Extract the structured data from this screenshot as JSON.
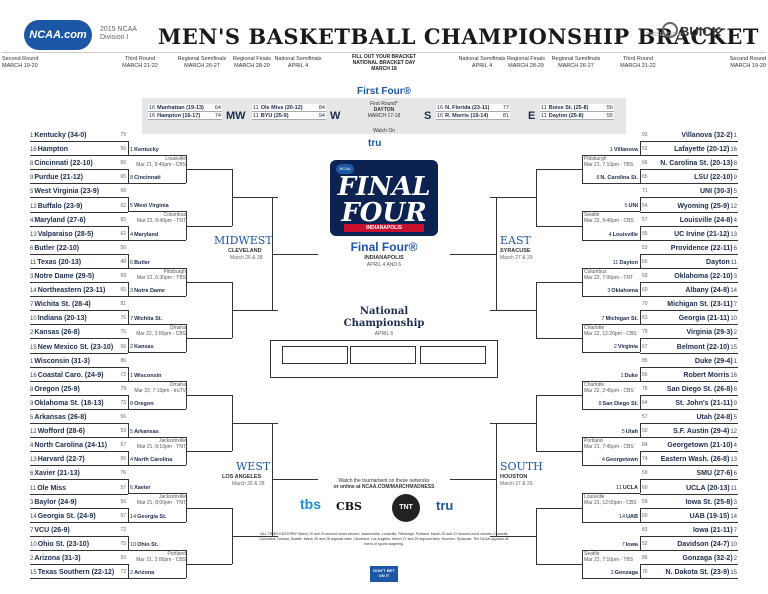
{
  "header": {
    "logo": "NCAA.com",
    "year_line1": "2015 NCAA",
    "year_line2": "Division I",
    "title": "MEN'S BASKETBALL CHAMPIONSHIP BRACKET",
    "presented_by": "PRESENTED BY",
    "sponsor": "BUICK"
  },
  "round_labels": {
    "left": [
      {
        "name": "Second Round",
        "date": "MARCH 19-20"
      },
      {
        "name": "Third Round",
        "date": "MARCH 21-22"
      },
      {
        "name": "Regional Semifinals",
        "date": "MARCH 26-27"
      },
      {
        "name": "Regional Finals",
        "date": "MARCH 28-29"
      },
      {
        "name": "National Semifinals",
        "date": "APRIL 4"
      }
    ],
    "right": [
      {
        "name": "National Semifinals",
        "date": "APRIL 4"
      },
      {
        "name": "Regional Finals",
        "date": "MARCH 28-29"
      },
      {
        "name": "Regional Semifinals",
        "date": "MARCH 26-27"
      },
      {
        "name": "Third Round",
        "date": "MARCH 21-22"
      },
      {
        "name": "Second Round",
        "date": "MARCH 19-20"
      }
    ]
  },
  "fill_out": {
    "line1": "FILL OUT YOUR BRACKET",
    "line2": "NATIONAL BRACKET DAY",
    "line3": "MARCH 18"
  },
  "first_four": {
    "title": "First Four®",
    "center_line1": "First Round*",
    "center_line2": "DAYTON",
    "center_line3": "MARCH 17-18",
    "watch_on": "Watch On",
    "network": "tru",
    "games": [
      {
        "region": "MW",
        "t1": "Manhattan (19-13)",
        "s1": "16",
        "sc1": "64",
        "t2": "Hampton (16-17)",
        "s2": "16",
        "sc2": "74"
      },
      {
        "region": "W",
        "t1": "Ole Miss (20-12)",
        "s1": "11",
        "sc1": "84",
        "t2": "BYU (25-9)",
        "s2": "11",
        "sc2": "94"
      },
      {
        "region": "S",
        "t1": "N. Florida (23-11)",
        "s1": "16",
        "sc1": "77",
        "t2": "R. Morris (19-14)",
        "s2": "16",
        "sc2": "81"
      },
      {
        "region": "E",
        "t1": "Boise St. (25-8)",
        "s1": "11",
        "sc1": "56",
        "t2": "Dayton (25-8)",
        "s2": "11",
        "sc2": "55"
      }
    ]
  },
  "regions": {
    "midwest": {
      "name": "MIDWEST",
      "city": "CLEVELAND",
      "dates": "March 26 & 28"
    },
    "west": {
      "name": "WEST",
      "city": "LOS ANGELES",
      "dates": "March 26 & 28"
    },
    "east": {
      "name": "EAST",
      "city": "SYRACUSE",
      "dates": "March 27 & 29"
    },
    "south": {
      "name": "SOUTH",
      "city": "HOUSTON",
      "dates": "March 27 & 29"
    }
  },
  "left_teams": [
    {
      "seed": "1",
      "name": "Kentucky (34-0)",
      "score": "79"
    },
    {
      "seed": "16",
      "name": "Hampton",
      "score": "56"
    },
    {
      "seed": "8",
      "name": "Cincinnati (22-10)",
      "score": "66"
    },
    {
      "seed": "9",
      "name": "Purdue (21-12)",
      "score": "65"
    },
    {
      "seed": "5",
      "name": "West Virginia (23-9)",
      "score": "68"
    },
    {
      "seed": "12",
      "name": "Buffalo (23-9)",
      "score": "62"
    },
    {
      "seed": "4",
      "name": "Maryland (27-6)",
      "score": "65"
    },
    {
      "seed": "13",
      "name": "Valparaiso (28-5)",
      "score": "62"
    },
    {
      "seed": "6",
      "name": "Butler (22-10)",
      "score": "56"
    },
    {
      "seed": "11",
      "name": "Texas (20-13)",
      "score": "48"
    },
    {
      "seed": "3",
      "name": "Notre Dame (29-5)",
      "score": "69"
    },
    {
      "seed": "14",
      "name": "Northeastern (23-11)",
      "score": "65"
    },
    {
      "seed": "7",
      "name": "Wichita St. (28-4)",
      "score": "81"
    },
    {
      "seed": "10",
      "name": "Indiana (20-13)",
      "score": "76"
    },
    {
      "seed": "2",
      "name": "Kansas (26-8)",
      "score": "75"
    },
    {
      "seed": "15",
      "name": "New Mexico St. (23-10)",
      "score": "56"
    },
    {
      "seed": "1",
      "name": "Wisconsin (31-3)",
      "score": "86"
    },
    {
      "seed": "16",
      "name": "Coastal Caro. (24-9)",
      "score": "72"
    },
    {
      "seed": "8",
      "name": "Oregon (25-9)",
      "score": "79"
    },
    {
      "seed": "9",
      "name": "Oklahoma St. (18-13)",
      "score": "73"
    },
    {
      "seed": "5",
      "name": "Arkansas (26-8)",
      "score": "56"
    },
    {
      "seed": "12",
      "name": "Wofford (28-6)",
      "score": "53"
    },
    {
      "seed": "4",
      "name": "North Carolina (24-11)",
      "score": "67"
    },
    {
      "seed": "13",
      "name": "Harvard (22-7)",
      "score": "65"
    },
    {
      "seed": "6",
      "name": "Xavier (21-13)",
      "score": "76"
    },
    {
      "seed": "11",
      "name": "Ole Miss",
      "score": "57"
    },
    {
      "seed": "3",
      "name": "Baylor (24-9)",
      "score": "56"
    },
    {
      "seed": "14",
      "name": "Georgia St. (24-9)",
      "score": "57"
    },
    {
      "seed": "7",
      "name": "VCU (26-9)",
      "score": "72"
    },
    {
      "seed": "10",
      "name": "Ohio St. (23-10)",
      "score": "75"
    },
    {
      "seed": "2",
      "name": "Arizona (31-3)",
      "score": "93"
    },
    {
      "seed": "15",
      "name": "Texas Southern (22-12)",
      "score": "72"
    }
  ],
  "right_teams": [
    {
      "seed": "1",
      "name": "Villanova (32-2)",
      "score": "93"
    },
    {
      "seed": "16",
      "name": "Lafayette (20-12)",
      "score": "52"
    },
    {
      "seed": "8",
      "name": "N. Carolina St. (20-13)",
      "score": "66"
    },
    {
      "seed": "9",
      "name": "LSU (22-10)",
      "score": "65"
    },
    {
      "seed": "5",
      "name": "UNI (30-3)",
      "score": "71"
    },
    {
      "seed": "12",
      "name": "Wyoming (25-9)",
      "score": "54"
    },
    {
      "seed": "4",
      "name": "Louisville (24-8)",
      "score": "57"
    },
    {
      "seed": "13",
      "name": "UC Irvine (21-12)",
      "score": "55"
    },
    {
      "seed": "6",
      "name": "Providence (22-11)",
      "score": "53"
    },
    {
      "seed": "11",
      "name": "Dayton",
      "score": "66"
    },
    {
      "seed": "3",
      "name": "Oklahoma (22-10)",
      "score": "69"
    },
    {
      "seed": "14",
      "name": "Albany (24-8)",
      "score": "60"
    },
    {
      "seed": "7",
      "name": "Michigan St. (23-11)",
      "score": "70"
    },
    {
      "seed": "10",
      "name": "Georgia (21-11)",
      "score": "63"
    },
    {
      "seed": "2",
      "name": "Virginia (29-3)",
      "score": "79"
    },
    {
      "seed": "15",
      "name": "Belmont (22-10)",
      "score": "67"
    },
    {
      "seed": "1",
      "name": "Duke (29-4)",
      "score": "85"
    },
    {
      "seed": "16",
      "name": "Robert Morris",
      "score": "56"
    },
    {
      "seed": "8",
      "name": "San Diego St. (26-8)",
      "score": "76"
    },
    {
      "seed": "9",
      "name": "St. John's (21-11)",
      "score": "64"
    },
    {
      "seed": "5",
      "name": "Utah (24-8)",
      "score": "57"
    },
    {
      "seed": "12",
      "name": "S.F. Austin (29-4)",
      "score": "50"
    },
    {
      "seed": "4",
      "name": "Georgetown (21-10)",
      "score": "84"
    },
    {
      "seed": "13",
      "name": "Eastern Wash. (26-8)",
      "score": "74"
    },
    {
      "seed": "6",
      "name": "SMU (27-6)",
      "score": "59"
    },
    {
      "seed": "11",
      "name": "UCLA (20-13)",
      "score": "60"
    },
    {
      "seed": "3",
      "name": "Iowa St. (25-8)",
      "score": "59"
    },
    {
      "seed": "14",
      "name": "UAB (19-15)",
      "score": "60"
    },
    {
      "seed": "7",
      "name": "Iowa (21-11)",
      "score": "83"
    },
    {
      "seed": "10",
      "name": "Davidson (24-7)",
      "score": "52"
    },
    {
      "seed": "2",
      "name": "Gonzaga (32-2)",
      "score": "86"
    },
    {
      "seed": "15",
      "name": "N. Dakota St. (23-9)",
      "score": "76"
    }
  ],
  "left_r2": [
    {
      "seed": "1",
      "name": "Kentucky",
      "site": "Louisville",
      "time": "Mar 21, 9:40pm - CBS"
    },
    {
      "seed": "8",
      "name": "Cincinnati"
    },
    {
      "seed": "5",
      "name": "West Virginia",
      "site": "Columbus",
      "time": "Mar 22, 8:40pm - TNT"
    },
    {
      "seed": "4",
      "name": "Maryland"
    },
    {
      "seed": "6",
      "name": "Butler",
      "site": "Pittsburgh",
      "time": "Mar 22, 6:30pm - TBS"
    },
    {
      "seed": "3",
      "name": "Notre Dame"
    },
    {
      "seed": "7",
      "name": "Wichita St.",
      "site": "Omaha",
      "time": "Mar 22, 2:00pm - CBS"
    },
    {
      "seed": "2",
      "name": "Kansas"
    },
    {
      "seed": "1",
      "name": "Wisconsin",
      "site": "Omaha",
      "time": "Mar 22, 7:10pm - truTV"
    },
    {
      "seed": "8",
      "name": "Oregon"
    },
    {
      "seed": "5",
      "name": "Arkansas",
      "site": "Jacksonville",
      "time": "Mar 21, 9:10pm - TNT"
    },
    {
      "seed": "4",
      "name": "North Carolina"
    },
    {
      "seed": "6",
      "name": "Xavier",
      "site": "Jacksonville",
      "time": "Mar 21, 8:00pm - TNT"
    },
    {
      "seed": "14",
      "name": "Georgia St."
    },
    {
      "seed": "10",
      "name": "Ohio St.",
      "site": "Portland",
      "time": "Mar 21, 2:00pm - CBS"
    },
    {
      "seed": "2",
      "name": "Arizona"
    }
  ],
  "right_r2": [
    {
      "seed": "1",
      "name": "Villanova",
      "site": "Pittsburgh",
      "time": "Mar 21, 7:10pm - TBS"
    },
    {
      "seed": "8",
      "name": "N. Carolina St."
    },
    {
      "seed": "5",
      "name": "UNI",
      "site": "Seattle",
      "time": "Mar 22, 9:40pm - CBS"
    },
    {
      "seed": "4",
      "name": "Louisville"
    },
    {
      "seed": "11",
      "name": "Dayton",
      "site": "Columbus",
      "time": "Mar 22, 7:00pm - TNT"
    },
    {
      "seed": "3",
      "name": "Oklahoma"
    },
    {
      "seed": "7",
      "name": "Michigan St.",
      "site": "Charlotte",
      "time": "Mar 22, 12:20pm - CBS"
    },
    {
      "seed": "2",
      "name": "Virginia"
    },
    {
      "seed": "1",
      "name": "Duke",
      "site": "Charlotte",
      "time": "Mar 22, 2:45pm - CBS"
    },
    {
      "seed": "8",
      "name": "San Diego St."
    },
    {
      "seed": "5",
      "name": "Utah",
      "site": "Portland",
      "time": "Mar 21, 7:45pm - CBS"
    },
    {
      "seed": "4",
      "name": "Georgetown"
    },
    {
      "seed": "11",
      "name": "UCLA",
      "site": "Louisville",
      "time": "Mar 21, 12:00pm - CBS"
    },
    {
      "seed": "14",
      "name": "UAB"
    },
    {
      "seed": "7",
      "name": "Iowa",
      "site": "Seattle",
      "time": "Mar 22, 7:10pm - TBS"
    },
    {
      "seed": "2",
      "name": "Gonzaga"
    }
  ],
  "final_four": {
    "logo_line1": "FINAL",
    "logo_line2": "FOUR",
    "logo_sub": "INDIANAPOLIS",
    "title": "Final Four®",
    "city": "INDIANAPOLIS",
    "dates": "APRIL 4 AND 6",
    "championship": "National Championship",
    "championship_date": "APRIL 6"
  },
  "networks": {
    "watch_line1": "Watch the tournament on these networks",
    "watch_line2": "or online at NCAA.COM/MARCHMADNESS",
    "tbs": "tbs",
    "cbs": "CBS",
    "tnt": "TNT",
    "tru": "tru"
  },
  "fine_print": "*ALL TIMES EASTERN* March 19 and 20 second round venues: Jacksonville, Louisville, Pittsburgh, Portland. March 20 and 22 second round venues: Charlotte, Columbus, Omaha, Seattle. March 26 and 28 regional sites: Cleveland, Los Angeles. March 27 and 29 regional sites: Houston, Syracuse. The NCAA opposes all forms of sports wagering.",
  "dont_bet": "DON'T BET ON IT"
}
